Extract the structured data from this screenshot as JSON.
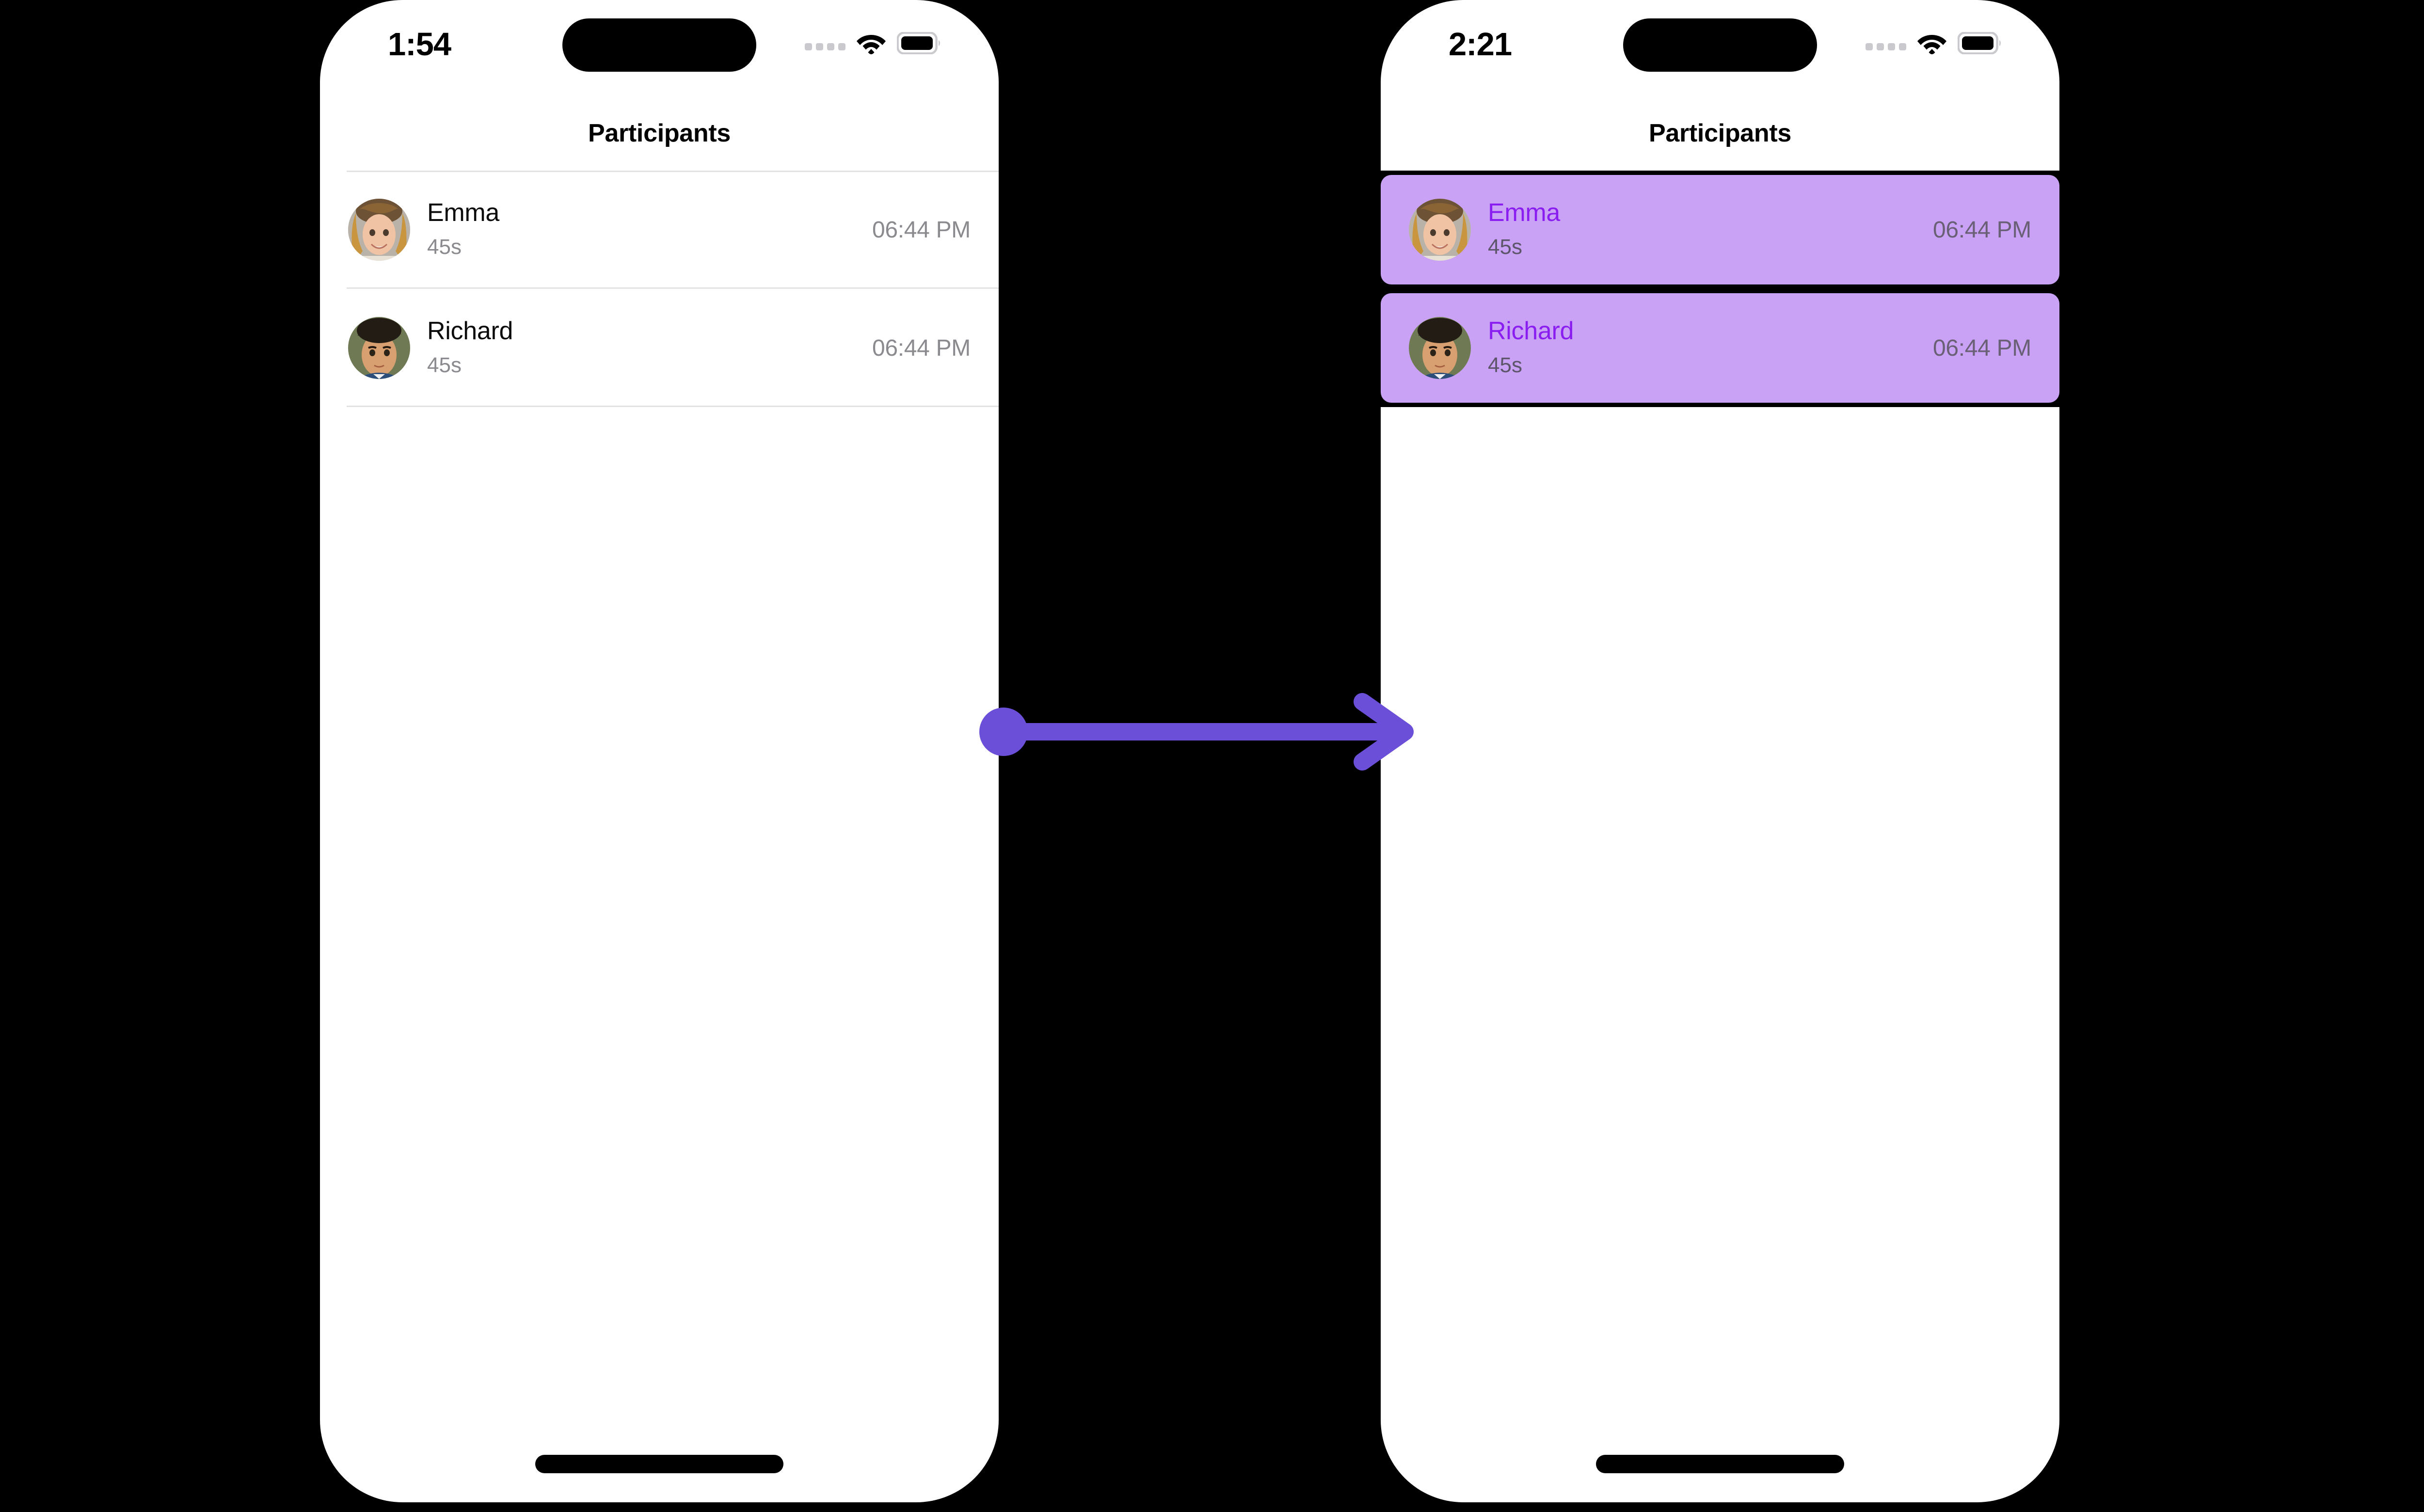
{
  "accent": {
    "arrow_purple": "#6B4FD8",
    "highlight_bg": "#C9A1F5",
    "highlight_name": "#8A1EF0",
    "separator": "#E3E3E6",
    "subtitle_gray": "#8A8A8F"
  },
  "screens": [
    {
      "id": "before",
      "status_bar": {
        "time": "1:54",
        "cellular_icon": "cellular-dots-icon",
        "wifi_icon": "wifi-icon",
        "battery_icon": "battery-icon"
      },
      "nav": {
        "title": "Participants"
      },
      "rows": [
        {
          "name": "Emma",
          "subtitle": "45s",
          "time": "06:44 PM",
          "selected": false,
          "avatar": "avatar-emma"
        },
        {
          "name": "Richard",
          "subtitle": "45s",
          "time": "06:44 PM",
          "selected": false,
          "avatar": "avatar-richard"
        }
      ]
    },
    {
      "id": "after",
      "status_bar": {
        "time": "2:21",
        "cellular_icon": "cellular-dots-icon",
        "wifi_icon": "wifi-icon",
        "battery_icon": "battery-icon"
      },
      "nav": {
        "title": "Participants"
      },
      "rows": [
        {
          "name": "Emma",
          "subtitle": "45s",
          "time": "06:44 PM",
          "selected": true,
          "avatar": "avatar-emma"
        },
        {
          "name": "Richard",
          "subtitle": "45s",
          "time": "06:44 PM",
          "selected": true,
          "avatar": "avatar-richard"
        }
      ]
    }
  ],
  "annotation": {
    "type": "transition-arrow",
    "direction": "left-to-right",
    "start_marker": "dot",
    "end_marker": "chevron-arrowhead",
    "color": "#6B4FD8"
  }
}
